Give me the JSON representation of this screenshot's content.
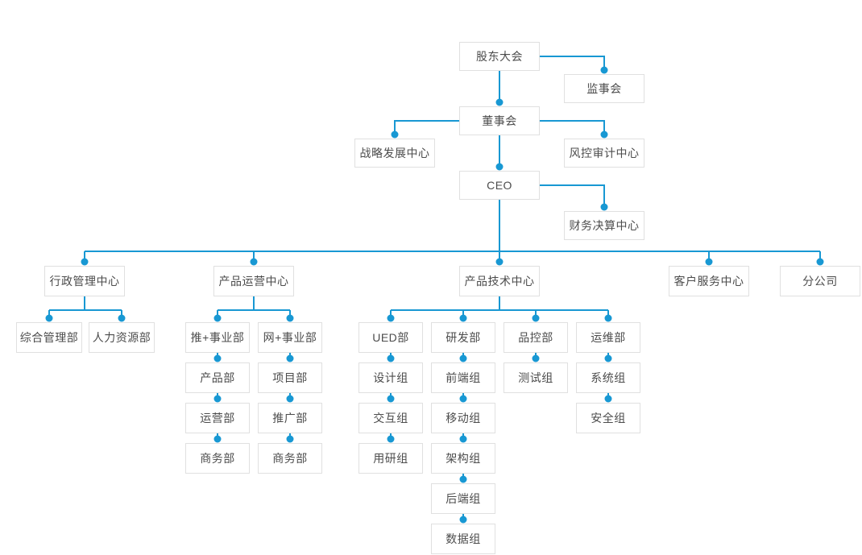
{
  "diagram": {
    "type": "org-chart",
    "colors": {
      "accent": "#1898d3",
      "node_border": "#e0e0e0",
      "node_text": "#4c4c4c",
      "background": "#ffffff"
    },
    "nodes": [
      {
        "id": "shareholders-meeting",
        "label": "股东大会",
        "parent": null
      },
      {
        "id": "supervisory-board",
        "label": "监事会",
        "parent": "shareholders-meeting"
      },
      {
        "id": "board-of-directors",
        "label": "董事会",
        "parent": "shareholders-meeting"
      },
      {
        "id": "strategy-development-center",
        "label": "战略发展中心",
        "parent": "board-of-directors"
      },
      {
        "id": "risk-audit-center",
        "label": "风控审计中心",
        "parent": "board-of-directors"
      },
      {
        "id": "ceo",
        "label": "CEO",
        "parent": "board-of-directors"
      },
      {
        "id": "finance-settlement-center",
        "label": "财务决算中心",
        "parent": "ceo"
      },
      {
        "id": "admin-management-center",
        "label": "行政管理中心",
        "parent": "ceo"
      },
      {
        "id": "product-operation-center",
        "label": "产品运营中心",
        "parent": "ceo"
      },
      {
        "id": "product-technology-center",
        "label": "产品技术中心",
        "parent": "ceo"
      },
      {
        "id": "customer-service-center",
        "label": "客户服务中心",
        "parent": "ceo"
      },
      {
        "id": "branch-company",
        "label": "分公司",
        "parent": "ceo"
      },
      {
        "id": "general-management-dept",
        "label": "综合管理部",
        "parent": "admin-management-center"
      },
      {
        "id": "human-resources-dept",
        "label": "人力资源部",
        "parent": "admin-management-center"
      },
      {
        "id": "tui-plus-business-dept",
        "label": "推+事业部",
        "parent": "product-operation-center"
      },
      {
        "id": "wang-plus-business-dept",
        "label": "网+事业部",
        "parent": "product-operation-center"
      },
      {
        "id": "product-dept",
        "label": "产品部",
        "parent": "tui-plus-business-dept"
      },
      {
        "id": "project-dept",
        "label": "项目部",
        "parent": "wang-plus-business-dept"
      },
      {
        "id": "operation-dept",
        "label": "运营部",
        "parent": "product-dept"
      },
      {
        "id": "promotion-dept",
        "label": "推广部",
        "parent": "project-dept"
      },
      {
        "id": "business-dept-left",
        "label": "商务部",
        "parent": "operation-dept"
      },
      {
        "id": "business-dept-right",
        "label": "商务部",
        "parent": "promotion-dept"
      },
      {
        "id": "ued-dept",
        "label": "UED部",
        "parent": "product-technology-center"
      },
      {
        "id": "rd-dept",
        "label": "研发部",
        "parent": "product-technology-center"
      },
      {
        "id": "quality-control-dept",
        "label": "品控部",
        "parent": "product-technology-center"
      },
      {
        "id": "ops-maintenance-dept",
        "label": "运维部",
        "parent": "product-technology-center"
      },
      {
        "id": "design-group",
        "label": "设计组",
        "parent": "ued-dept"
      },
      {
        "id": "interaction-group",
        "label": "交互组",
        "parent": "design-group"
      },
      {
        "id": "user-research-group",
        "label": "用研组",
        "parent": "interaction-group"
      },
      {
        "id": "frontend-group",
        "label": "前端组",
        "parent": "rd-dept"
      },
      {
        "id": "mobile-group",
        "label": "移动组",
        "parent": "frontend-group"
      },
      {
        "id": "architecture-group",
        "label": "架构组",
        "parent": "mobile-group"
      },
      {
        "id": "backend-group",
        "label": "后端组",
        "parent": "architecture-group"
      },
      {
        "id": "data-group",
        "label": "数据组",
        "parent": "backend-group"
      },
      {
        "id": "testing-group",
        "label": "测试组",
        "parent": "quality-control-dept"
      },
      {
        "id": "system-group",
        "label": "系统组",
        "parent": "ops-maintenance-dept"
      },
      {
        "id": "security-group",
        "label": "安全组",
        "parent": "system-group"
      }
    ]
  }
}
